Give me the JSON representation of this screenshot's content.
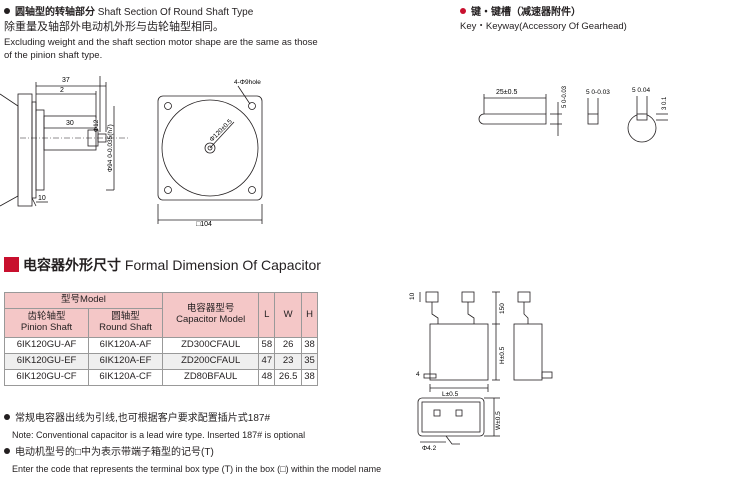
{
  "colors": {
    "accent_red": "#c8102e",
    "header_pink": "#f4c7c7",
    "line": "#231f20"
  },
  "shaft_section": {
    "title_cn": "圆轴型的转轴部分",
    "title_en": "Shaft Section Of Round Shaft Type",
    "line1_cn": "除重量及轴部外电动机外形与齿轮轴型相同。",
    "line2_en": "Excluding weight and the shaft section motor shape are the same as those",
    "line3_en": "of the pinion shaft type."
  },
  "shaft_drawing": {
    "dim_37": "37",
    "dim_2": "2",
    "dim_30": "30",
    "dim_10": "10",
    "shaft_dia": "Φ12 0-0.018",
    "pilot_dia": "Φ94 0-0.035(h7)",
    "holes": "4-Φ9hole",
    "pcd": "Φ120±0.5",
    "square": "□104",
    "shaft_dia_tol": "0",
    "shaft_dia_main": "Φ12",
    "shaft_dia_low": "-0.018"
  },
  "key_section": {
    "title_cn": "键・键槽（减速器附件）",
    "title_en": "Key・Keyway(Accessory Of Gearhead)"
  },
  "key_drawing": {
    "len": "25±0.5",
    "w1": "5 0-0.03",
    "w2": "5 0-0.03",
    "w3": "5 0.04",
    "h": "3 0.1"
  },
  "capacitor": {
    "title_cn": "电容器外形尺寸",
    "title_en": "Formal Dimension Of Capacitor",
    "table": {
      "model_cn": "型号Model",
      "pinion_cn": "齿轮轴型",
      "pinion_en": "Pinion Shaft",
      "round_cn": "圆轴型",
      "round_en": "Round Shaft",
      "cap_cn": "电容器型号",
      "cap_en": "Capacitor Model",
      "col_l": "L",
      "col_w": "W",
      "col_h": "H",
      "rows": [
        {
          "pinion": "6IK120GU-AF",
          "round": "6IK120A-AF",
          "cap": "ZD300CFAUL",
          "l": "58",
          "w": "26",
          "h": "38"
        },
        {
          "pinion": "6IK120GU-EF",
          "round": "6IK120A-EF",
          "cap": "ZD200CFAUL",
          "l": "47",
          "w": "23",
          "h": "35"
        },
        {
          "pinion": "6IK120GU-CF",
          "round": "6IK120A-CF",
          "cap": "ZD80BFAUL",
          "l": "48",
          "w": "26.5",
          "h": "38"
        }
      ]
    },
    "note1_cn": "常规电容器出线为引线,也可根据客户要求配置插片式187#",
    "note1_en": "Note: Conventional capacitor is a lead wire type. Inserted 187# is optional",
    "note2_cn": "电动机型号的□中为表示带端子箱型的记号(T)",
    "note2_en": "Enter the code that represents the terminal box type (T) in the box (□) within the model name"
  },
  "cap_drawing": {
    "dim_10": "10",
    "dim_150": "150",
    "dim_h": "H±0.5",
    "dim_4": "4",
    "dim_l": "L±0.5",
    "dim_w": "W±0.5",
    "dim_hole": "Φ4.2"
  }
}
